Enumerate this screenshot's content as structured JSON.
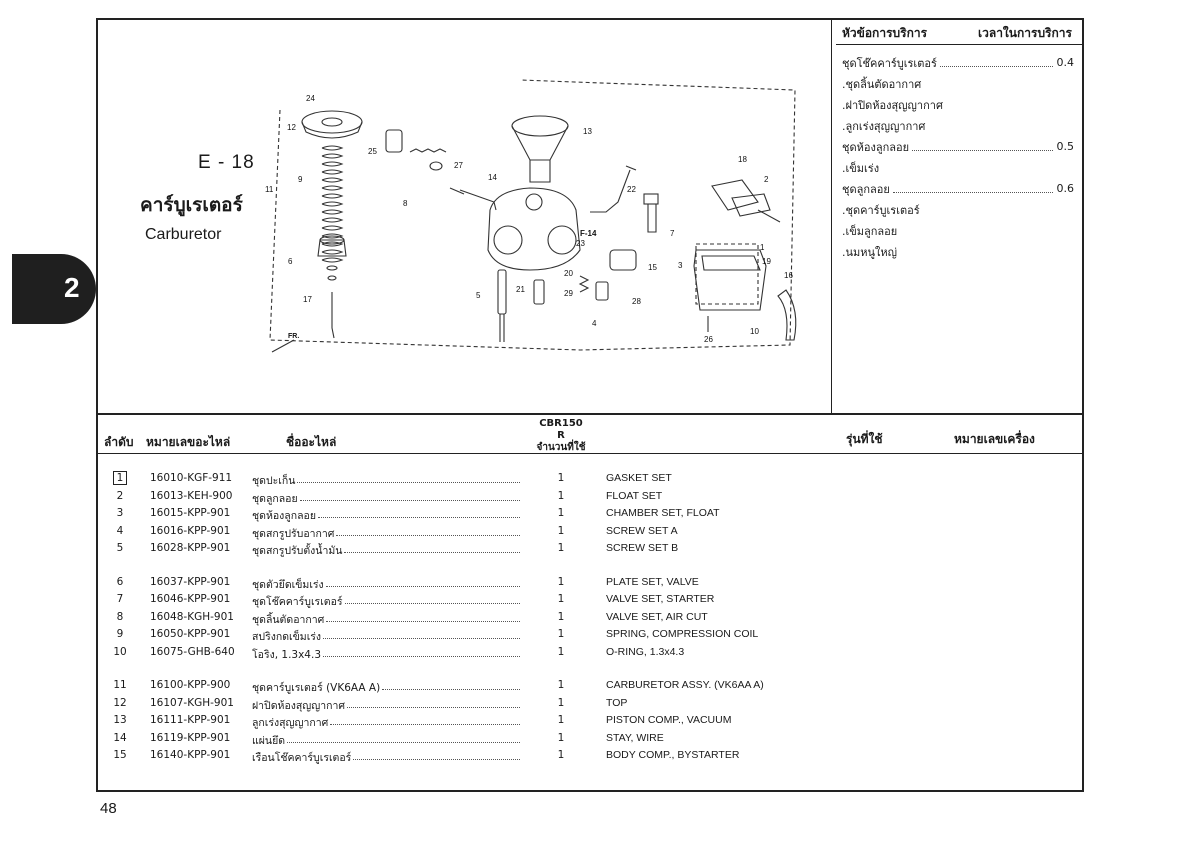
{
  "chapter_tab": "2",
  "section": {
    "code": "E - 18",
    "title_th": "คาร์บูเรเตอร์",
    "title_en": "Carburetor"
  },
  "service": {
    "head_topic": "หัวข้อการบริการ",
    "head_time": "เวลาในการบริการ",
    "items": [
      {
        "name": "ชุดโช๊คคาร์บูเรเตอร์",
        "time": "0.4"
      },
      {
        "name": ".ชุดลิ้นตัดอากาศ",
        "time": ""
      },
      {
        "name": ".ฝาปิดห้องสุญญากาศ",
        "time": ""
      },
      {
        "name": ".ลูกเร่งสุญญากาศ",
        "time": ""
      },
      {
        "name": "ชุดห้องลูกลอย",
        "time": "0.5"
      },
      {
        "name": ".เข็มเร่ง",
        "time": ""
      },
      {
        "name": "ชุดลูกลอย",
        "time": "0.6"
      },
      {
        "name": ".ชุดคาร์บูเรเตอร์",
        "time": ""
      },
      {
        "name": ".เข็มลูกลอย",
        "time": ""
      },
      {
        "name": ".นมหนูใหญ่",
        "time": ""
      }
    ]
  },
  "table_head": {
    "no": "ลำดับ",
    "part_no": "หมายเลขอะไหล่",
    "part_name": "ชื่ออะไหล่",
    "model_line1": "CBR150",
    "model_line2": "R",
    "model_line3": "จำนวนที่ใช้",
    "used_in": "รุ่นที่ใช้",
    "engine_no": "หมายเลขเครื่อง"
  },
  "diagram_callouts": {
    "f14": "F-14",
    "fr": "FR.",
    "numbers": [
      "24",
      "12",
      "25",
      "11",
      "9",
      "8",
      "6",
      "17",
      "27",
      "14",
      "13",
      "22",
      "18",
      "2",
      "1",
      "7",
      "3",
      "19",
      "16",
      "10",
      "26",
      "4",
      "28",
      "15",
      "23",
      "20",
      "21",
      "29",
      "5"
    ]
  },
  "parts": [
    {
      "no": "1",
      "boxed": true,
      "code": "16010-KGF-911",
      "th": "ชุดปะเก็น",
      "qty": "1",
      "en": "GASKET SET"
    },
    {
      "no": "2",
      "code": "16013-KEH-900",
      "th": "ชุดลูกลอย",
      "qty": "1",
      "en": "FLOAT SET"
    },
    {
      "no": "3",
      "code": "16015-KPP-901",
      "th": "ชุดห้องลูกลอย",
      "qty": "1",
      "en": "CHAMBER SET, FLOAT"
    },
    {
      "no": "4",
      "code": "16016-KPP-901",
      "th": "ชุดสกรูปรับอากาศ",
      "qty": "1",
      "en": "SCREW SET A"
    },
    {
      "no": "5",
      "code": "16028-KPP-901",
      "th": "ชุดสกรูปรับตั้งน้ำมัน",
      "qty": "1",
      "en": "SCREW SET B"
    },
    {
      "no": "6",
      "code": "16037-KPP-901",
      "th": "ชุดตัวยึดเข็มเร่ง",
      "qty": "1",
      "en": "PLATE SET, VALVE"
    },
    {
      "no": "7",
      "code": "16046-KPP-901",
      "th": "ชุดโช๊คคาร์บูเรเตอร์",
      "qty": "1",
      "en": "VALVE SET, STARTER"
    },
    {
      "no": "8",
      "code": "16048-KGH-901",
      "th": "ชุดลิ้นตัดอากาศ",
      "qty": "1",
      "en": "VALVE SET, AIR CUT"
    },
    {
      "no": "9",
      "code": "16050-KPP-901",
      "th": "สปริงกดเข็มเร่ง",
      "qty": "1",
      "en": "SPRING, COMPRESSION COIL"
    },
    {
      "no": "10",
      "code": "16075-GHB-640",
      "th": "โอริง, 1.3x4.3",
      "qty": "1",
      "en": "O-RING, 1.3x4.3"
    },
    {
      "no": "11",
      "code": "16100-KPP-900",
      "th": "ชุดคาร์บูเรเตอร์ (VK6AA A)",
      "qty": "1",
      "en": "CARBURETOR ASSY. (VK6AA A)"
    },
    {
      "no": "12",
      "code": "16107-KGH-901",
      "th": "ฝาปิดห้องสุญญากาศ",
      "qty": "1",
      "en": "TOP"
    },
    {
      "no": "13",
      "code": "16111-KPP-901",
      "th": "ลูกเร่งสุญญากาศ",
      "qty": "1",
      "en": "PISTON COMP., VACUUM"
    },
    {
      "no": "14",
      "code": "16119-KPP-901",
      "th": "แผ่นยึด",
      "qty": "1",
      "en": "STAY, WIRE"
    },
    {
      "no": "15",
      "code": "16140-KPP-901",
      "th": "เรือนโช๊คคาร์บูเรเตอร์",
      "qty": "1",
      "en": "BODY COMP., BYSTARTER"
    }
  ],
  "page_number": "48"
}
